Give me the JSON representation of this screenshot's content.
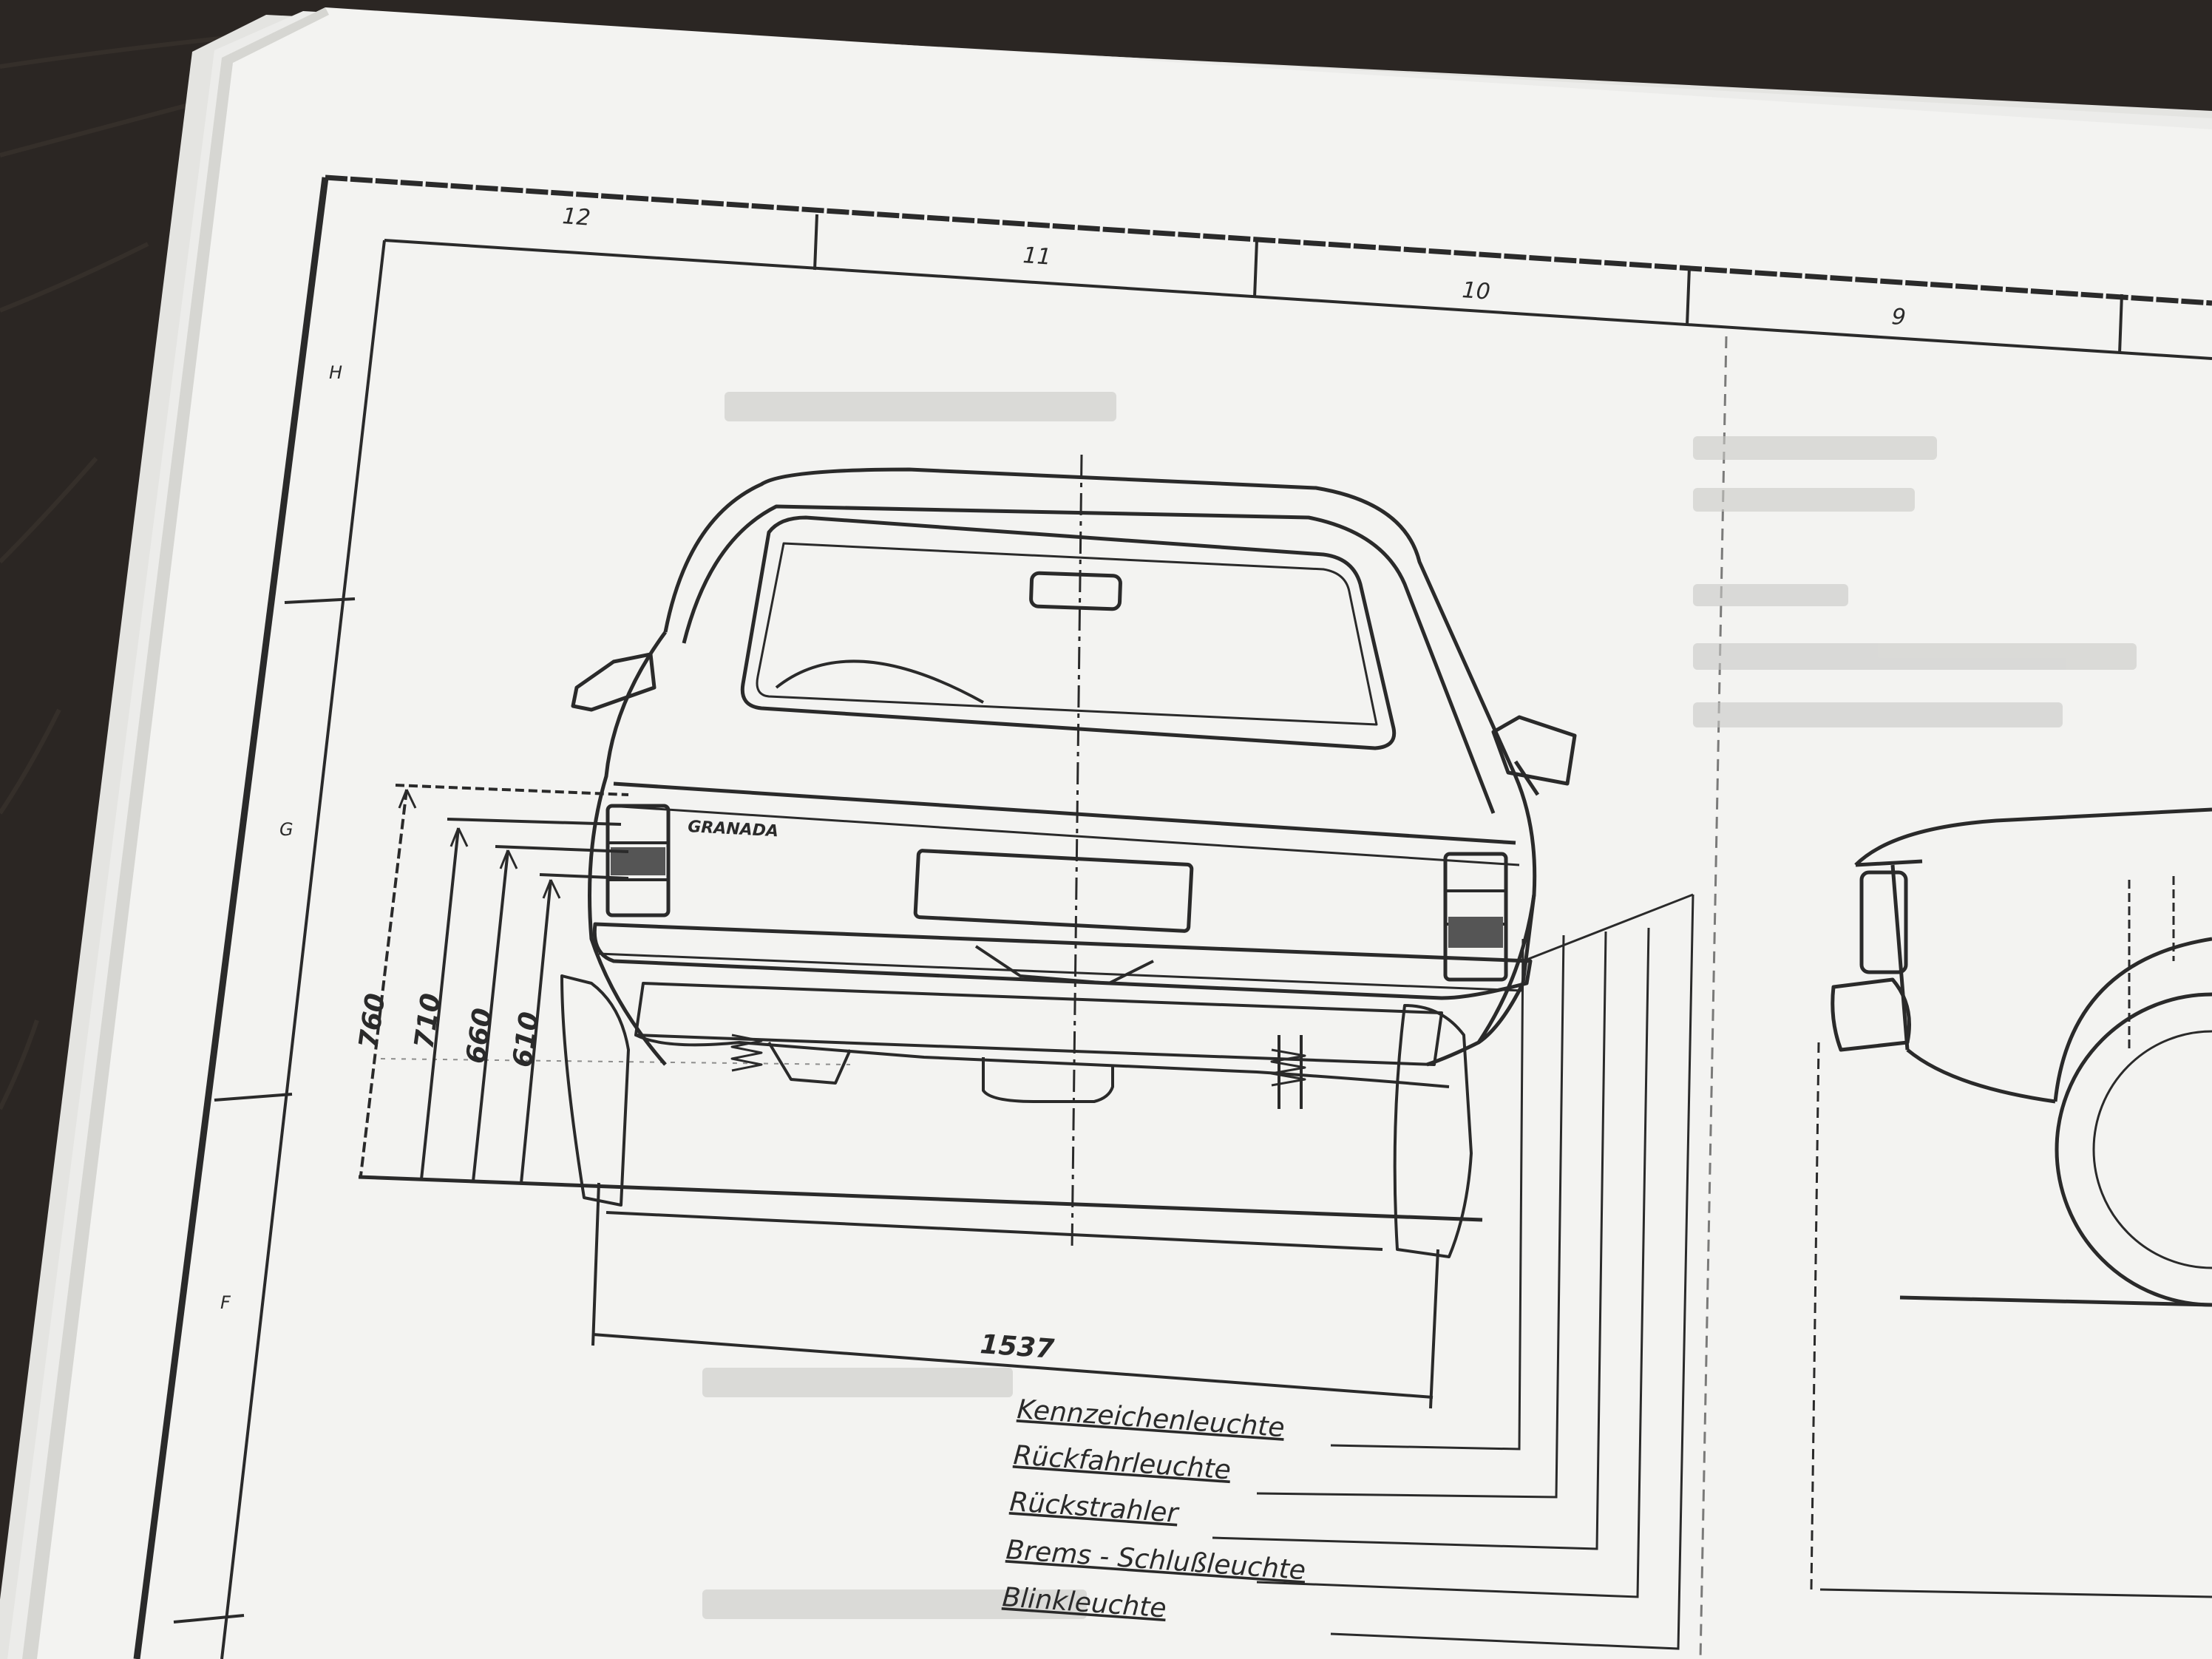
{
  "colors": {
    "table": "#2b2623",
    "paper": "#f3f3f1",
    "paper_shadow": "#dcdcd8",
    "ink": "#2a2a2a"
  },
  "frame": {
    "column_numbers": [
      "12",
      "11",
      "10",
      "9"
    ],
    "row_letters": [
      "H",
      "G",
      "F"
    ]
  },
  "car": {
    "badge": "GRANADA"
  },
  "dimensions": {
    "heights": [
      "760",
      "710",
      "660",
      "610"
    ],
    "track_width": "1537"
  },
  "legend": [
    "Kennzeichenleuchte",
    "Rückfahrleuchte",
    "Rückstrahler",
    "Brems - Schlußleuchte",
    "Blinkleuchte"
  ]
}
